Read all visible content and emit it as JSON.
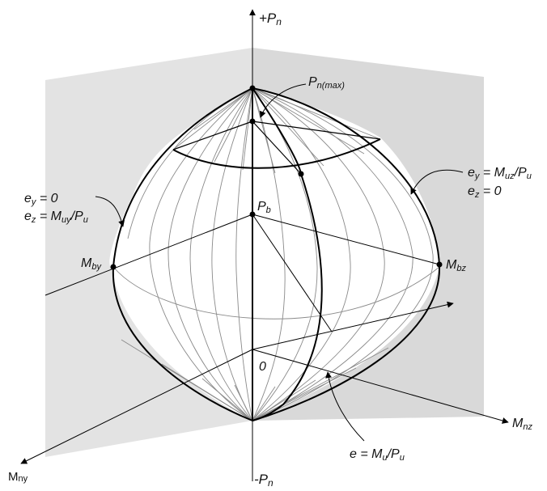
{
  "labels": {
    "pn_plus": "+P",
    "pn_plus_sub": "n",
    "pn_minus": "-P",
    "pn_minus_sub": "n",
    "pn_max": "P",
    "pn_max_sub": "n(max)",
    "pb": "P",
    "pb_sub": "b",
    "origin": "0",
    "mby": "M",
    "mby_sub": "by",
    "mbz": "M",
    "mbz_sub": "bz",
    "mnz": "M",
    "mnz_sub": "nz",
    "mny": "M",
    "mny_sub": "ny",
    "left_note_line1": "e",
    "left_note_line1_sub": "y",
    "left_note_line1_rest": " = 0",
    "left_note_line2": "e",
    "left_note_line2_sub": "z",
    "left_note_line2_rest": " = M",
    "left_note_line2_sub2": "uy",
    "left_note_line2_tail": "/P",
    "left_note_line2_sub3": "u",
    "right_note_line1": "e",
    "right_note_line1_sub": "y",
    "right_note_line1_rest": " = M",
    "right_note_line1_sub2": "uz",
    "right_note_line1_tail": "/P",
    "right_note_line1_sub3": "u",
    "right_note_line2": "e",
    "right_note_line2_sub": "z",
    "right_note_line2_rest": " = 0",
    "bottom_note": "e = M",
    "bottom_note_sub": "u",
    "bottom_note_tail": "/P",
    "bottom_note_sub2": "u"
  },
  "colors": {
    "plane_left": "#e3e3e3",
    "plane_right": "#d9d9d9",
    "surface_line": "#8a8a8a",
    "bold_line": "#000000"
  }
}
